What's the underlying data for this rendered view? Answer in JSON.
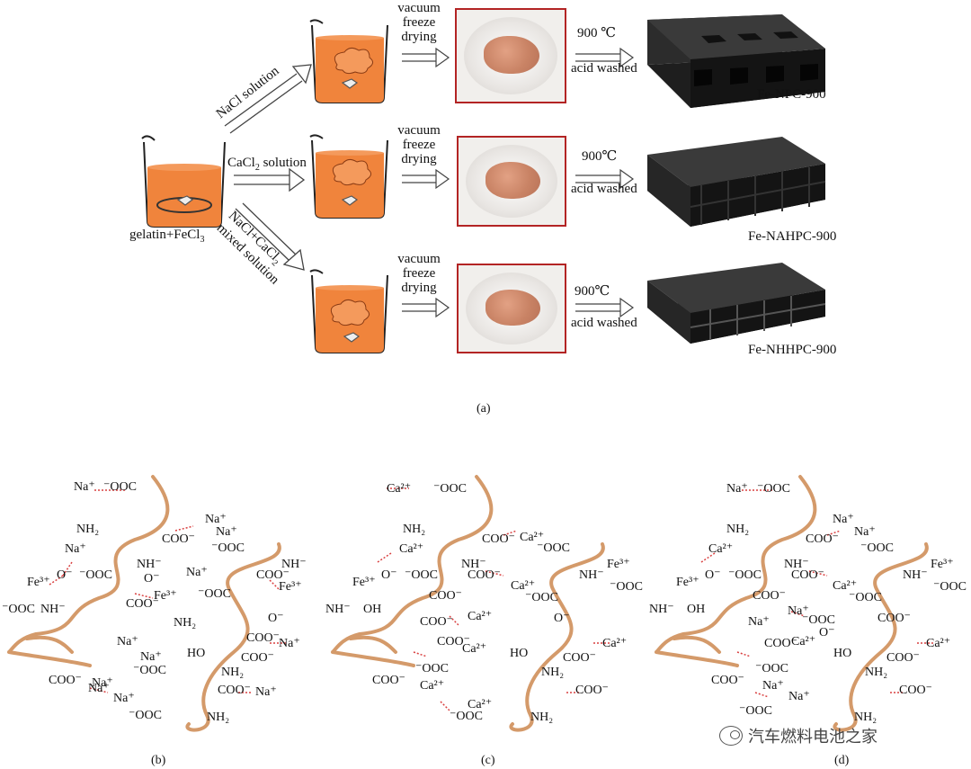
{
  "panel_a": {
    "start_label_pre": "gelatin+FeCl",
    "start_label_sub": "3",
    "routes": [
      {
        "solution_label": "NaCl solution",
        "step1": [
          "vacuum",
          "freeze",
          "drying"
        ],
        "temp": "900 ℃",
        "treatment": "acid washed",
        "product": "Fe-NPC-900"
      },
      {
        "solution_label_pre": "CaCl",
        "solution_label_sub": "2",
        "solution_label_post": " solution",
        "step1": [
          "vacuum",
          "freeze",
          "drying"
        ],
        "temp": "900℃",
        "treatment": "acid washed",
        "product": "Fe-NAHPC-900"
      },
      {
        "solution_label_line1_pre": "NaCl+CaCl",
        "solution_label_line1_sub": "2",
        "solution_label_line2": "mixed solution",
        "step1": [
          "vacuum",
          "freeze",
          "drying"
        ],
        "temp": "900℃",
        "treatment": "acid washed",
        "product": "Fe-NHHPC-900"
      }
    ],
    "caption": "(a)"
  },
  "panel_b_caption": "(b)",
  "panel_c_caption": "(c)",
  "panel_d_caption": "(d)",
  "chem_labels_b": [
    "Na⁺",
    "⁻OOC",
    "NH₂",
    "COO⁻",
    "Na⁺",
    "Na⁺",
    "Na⁺",
    "⁻OOC",
    "NH⁻",
    "Fe³⁺",
    "O⁻",
    "⁻OOC",
    "O⁻",
    "Fe³⁺",
    "Na⁺",
    "⁻OOC",
    "COO⁻",
    "NH⁻",
    "Fe³⁺",
    "⁻OOC",
    "NH⁻",
    "COO⁻",
    "O⁻",
    "NH₂",
    "COO⁻",
    "Na⁺",
    "Na⁺",
    "Na⁺",
    "⁻OOC",
    "HO",
    "COO⁻",
    "Na⁺",
    "COO⁻",
    "NH₂",
    "COO⁻",
    "Na⁺",
    "Na⁺",
    "Na⁺",
    "⁻OOC",
    "NH₂"
  ],
  "chem_labels_c": [
    "Ca²⁺",
    "⁻OOC",
    "NH₂",
    "COO⁻",
    "Ca²⁺",
    "Ca²⁺",
    "⁻OOC",
    "NH⁻",
    "Fe³⁺",
    "O⁻",
    "⁻OOC",
    "COO⁻",
    "Ca²⁺",
    "COO⁻",
    "⁻OOC",
    "NH⁻",
    "Fe³⁺",
    "⁻OOC",
    "NH⁻",
    "OH",
    "COO⁻",
    "O⁻",
    "Ca²⁺",
    "COO⁻",
    "Ca²⁺",
    "⁻OOC",
    "HO",
    "COO⁻",
    "Ca²⁺",
    "COO⁻",
    "NH₂",
    "COO⁻",
    "Ca²⁺",
    "Ca²⁺",
    "⁻OOC",
    "NH₂"
  ],
  "chem_labels_d": [
    "Na⁺",
    "⁻OOC",
    "NH₂",
    "COO⁻",
    "Na⁺",
    "Na⁺",
    "Ca²⁺",
    "⁻OOC",
    "NH⁻",
    "Fe³⁺",
    "O⁻",
    "⁻OOC",
    "COO⁻",
    "Ca²⁺",
    "COO⁻",
    "⁻OOC",
    "NH⁻",
    "Fe³⁺",
    "⁻OOC",
    "NH⁻",
    "OH",
    "Na⁺",
    "Na⁺",
    "⁻OOC",
    "O⁻",
    "COO⁻",
    "COO⁻",
    "Ca²⁺",
    "⁻OOC",
    "HO",
    "COO⁻",
    "Ca²⁺",
    "COO⁻",
    "NH₂",
    "COO⁻",
    "Na⁺",
    "Na⁺",
    "⁻OOC",
    "NH₂"
  ],
  "watermark": "汽车燃料电池之家",
  "colors": {
    "solution": "#f0843c",
    "solution_light": "#f49a5c",
    "fiber": "#d49a6a",
    "bond": "#d94040",
    "carbon": "#1a1a1a",
    "photo_border": "#b32424"
  }
}
